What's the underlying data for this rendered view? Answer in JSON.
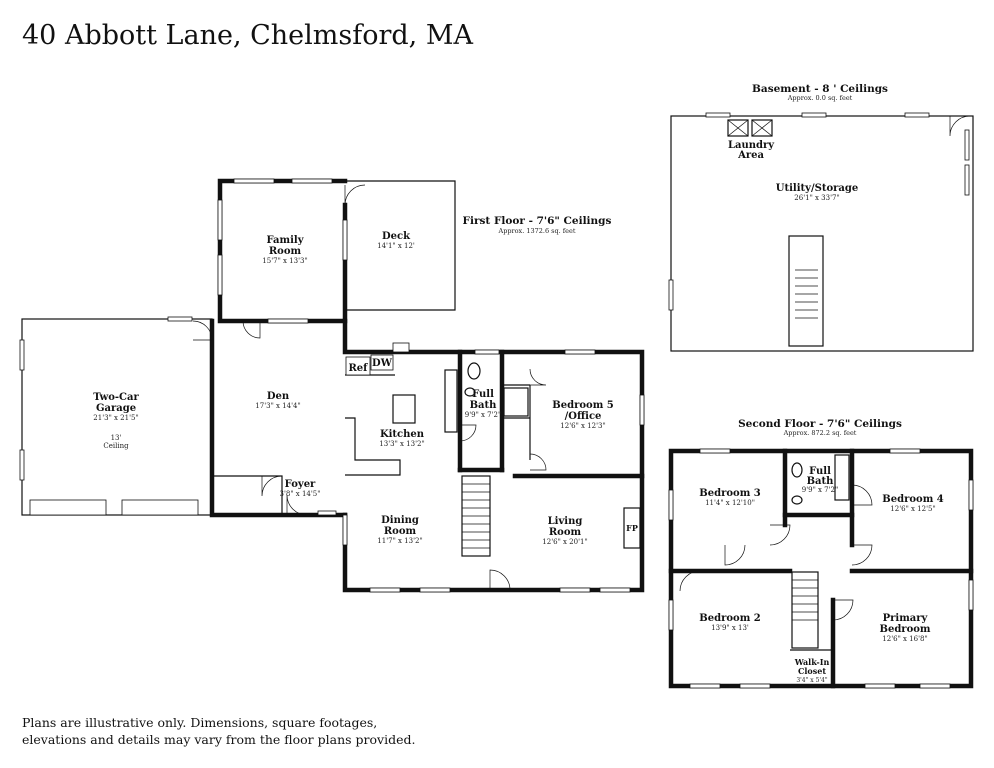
{
  "title": "40 Abbott Lane, Chelmsford, MA",
  "disclaimer": {
    "line1": "Plans are illustrative only. Dimensions, square footages,",
    "line2": "elevations and details may vary from the floor plans provided."
  },
  "first_floor": {
    "label": "First Floor - 7'6\" Ceilings",
    "area": "Approx. 1372.6 sq. feet",
    "rooms": {
      "family_room": {
        "name1": "Family",
        "name2": "Room",
        "dims": "15'7\" x 13'3\""
      },
      "deck": {
        "name": "Deck",
        "dims": "14'1\" x 12'"
      },
      "garage": {
        "name1": "Two-Car",
        "name2": "Garage",
        "dims": "21'3\" x 21'5\"",
        "ceiling1": "13'",
        "ceiling2": "Ceiling"
      },
      "den": {
        "name": "Den",
        "dims": "17'3\" x 14'4\""
      },
      "foyer": {
        "name": "Foyer",
        "dims": "3'8\" x 14'5\""
      },
      "kitchen": {
        "name": "Kitchen",
        "dims": "13'3\" x 13'2\""
      },
      "dining_room": {
        "name1": "Dining",
        "name2": "Room",
        "dims": "11'7\" x 13'2\""
      },
      "full_bath": {
        "name1": "Full",
        "name2": "Bath",
        "dims": "9'9\" x 7'2\""
      },
      "bedroom5": {
        "name1": "Bedroom 5",
        "name2": "/Office",
        "dims": "12'6\" x 12'3\""
      },
      "living_room": {
        "name1": "Living",
        "name2": "Room",
        "dims": "12'6\" x 20'1\""
      }
    },
    "fixtures": {
      "ref": "Ref",
      "dw": "DW",
      "fp": "FP"
    }
  },
  "basement": {
    "label": "Basement - 8 ' Ceilings",
    "area": "Approx. 0.0 sq. feet",
    "rooms": {
      "laundry": {
        "name1": "Laundry",
        "name2": "Area"
      },
      "utility": {
        "name": "Utility/Storage",
        "dims": "26'1\" x 33'7\""
      }
    }
  },
  "second_floor": {
    "label": "Second Floor - 7'6\" Ceilings",
    "area": "Approx. 872.2 sq. feet",
    "rooms": {
      "bedroom3": {
        "name": "Bedroom 3",
        "dims": "11'4\" x 12'10\""
      },
      "full_bath": {
        "name1": "Full",
        "name2": "Bath",
        "dims": "9'9\" x 7'2\""
      },
      "bedroom4": {
        "name": "Bedroom 4",
        "dims": "12'6\" x 12'5\""
      },
      "bedroom2": {
        "name": "Bedroom 2",
        "dims": "13'9\" x 13'"
      },
      "primary": {
        "name1": "Primary",
        "name2": "Bedroom",
        "dims": "12'6\" x 16'8\""
      },
      "walkin": {
        "name1": "Walk-In",
        "name2": "Closet",
        "dims": "3'4\" x 5'4\""
      }
    }
  }
}
